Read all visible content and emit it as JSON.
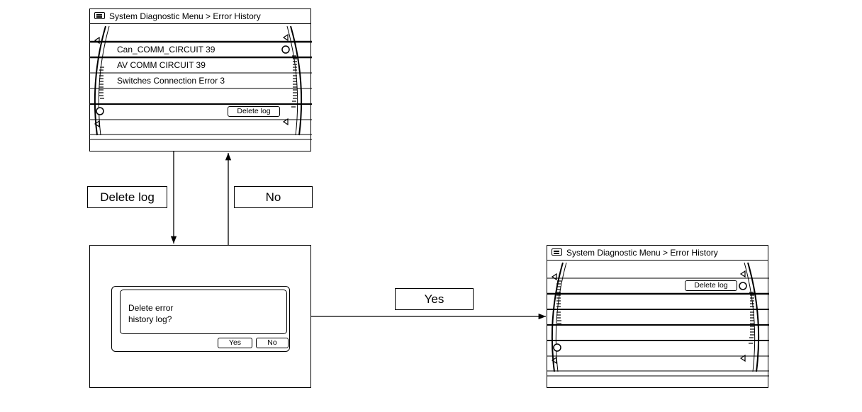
{
  "screen_error_history": {
    "title": "System Diagnostic Menu > Error History",
    "items": [
      {
        "label": "Can_COMM_CIRCUIT 39"
      },
      {
        "label": "AV COMM CIRCUIT 39"
      },
      {
        "label": "Switches Connection Error 3"
      }
    ],
    "delete_button": "Delete log"
  },
  "screen_confirm": {
    "message_line1": "Delete error",
    "message_line2": "history log?",
    "yes_button": "Yes",
    "no_button": "No"
  },
  "screen_after_delete": {
    "title": "System Diagnostic Menu > Error History",
    "delete_button": "Delete log"
  },
  "transitions": {
    "delete_log": "Delete log",
    "no": "No",
    "yes": "Yes"
  }
}
